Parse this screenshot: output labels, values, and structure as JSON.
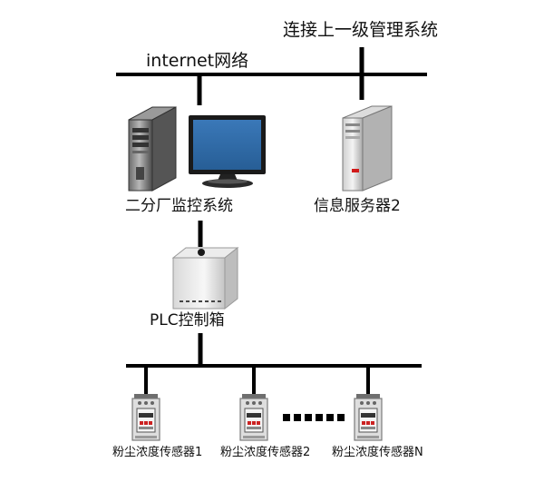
{
  "labels": {
    "upper_system": "连接上一级管理系统",
    "internet": "internet网络",
    "monitor_system": "二分厂监控系统",
    "info_server": "信息服务器2",
    "plc_box": "PLC控制箱",
    "sensor_1": "粉尘浓度传感器1",
    "sensor_2": "粉尘浓度传感器2",
    "sensor_n": "粉尘浓度传感器N"
  },
  "icons": {
    "tower": "pc-tower-icon",
    "monitor": "lcd-monitor-icon",
    "server": "server-icon",
    "plc": "plc-control-box-icon",
    "sensor": "dust-sensor-icon"
  },
  "colors": {
    "line": "#000000",
    "screen": "#2f6aa8",
    "device_light": "#e8e8e8",
    "device_dark": "#7a7a7a",
    "led_red": "#d11a1a"
  }
}
